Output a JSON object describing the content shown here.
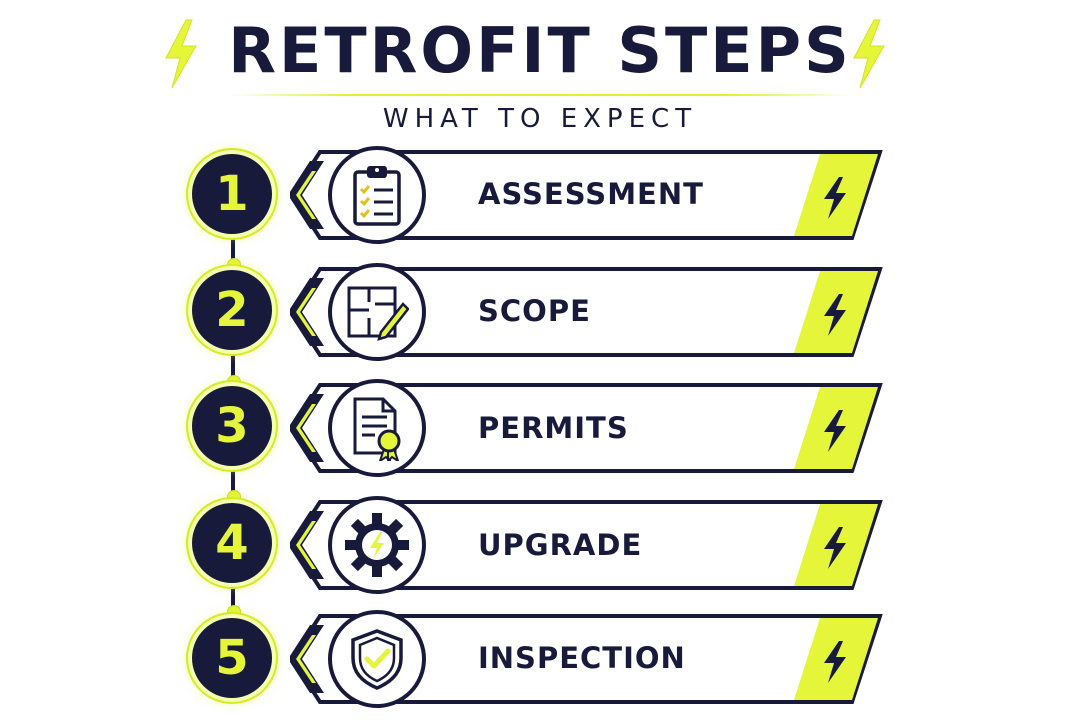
{
  "header": {
    "title": "RETROFIT STEPS",
    "subtitle": "WHAT TO EXPECT"
  },
  "colors": {
    "navy": "#171a3b",
    "accent": "#e4f53a"
  },
  "steps": [
    {
      "number": "1",
      "label": "ASSESSMENT",
      "icon": "clipboard-checklist-icon"
    },
    {
      "number": "2",
      "label": "SCOPE",
      "icon": "floorplan-pencil-icon"
    },
    {
      "number": "3",
      "label": "PERMITS",
      "icon": "certificate-document-icon"
    },
    {
      "number": "4",
      "label": "UPGRADE",
      "icon": "gear-bolt-icon"
    },
    {
      "number": "5",
      "label": "INSPECTION",
      "icon": "shield-check-icon"
    }
  ]
}
